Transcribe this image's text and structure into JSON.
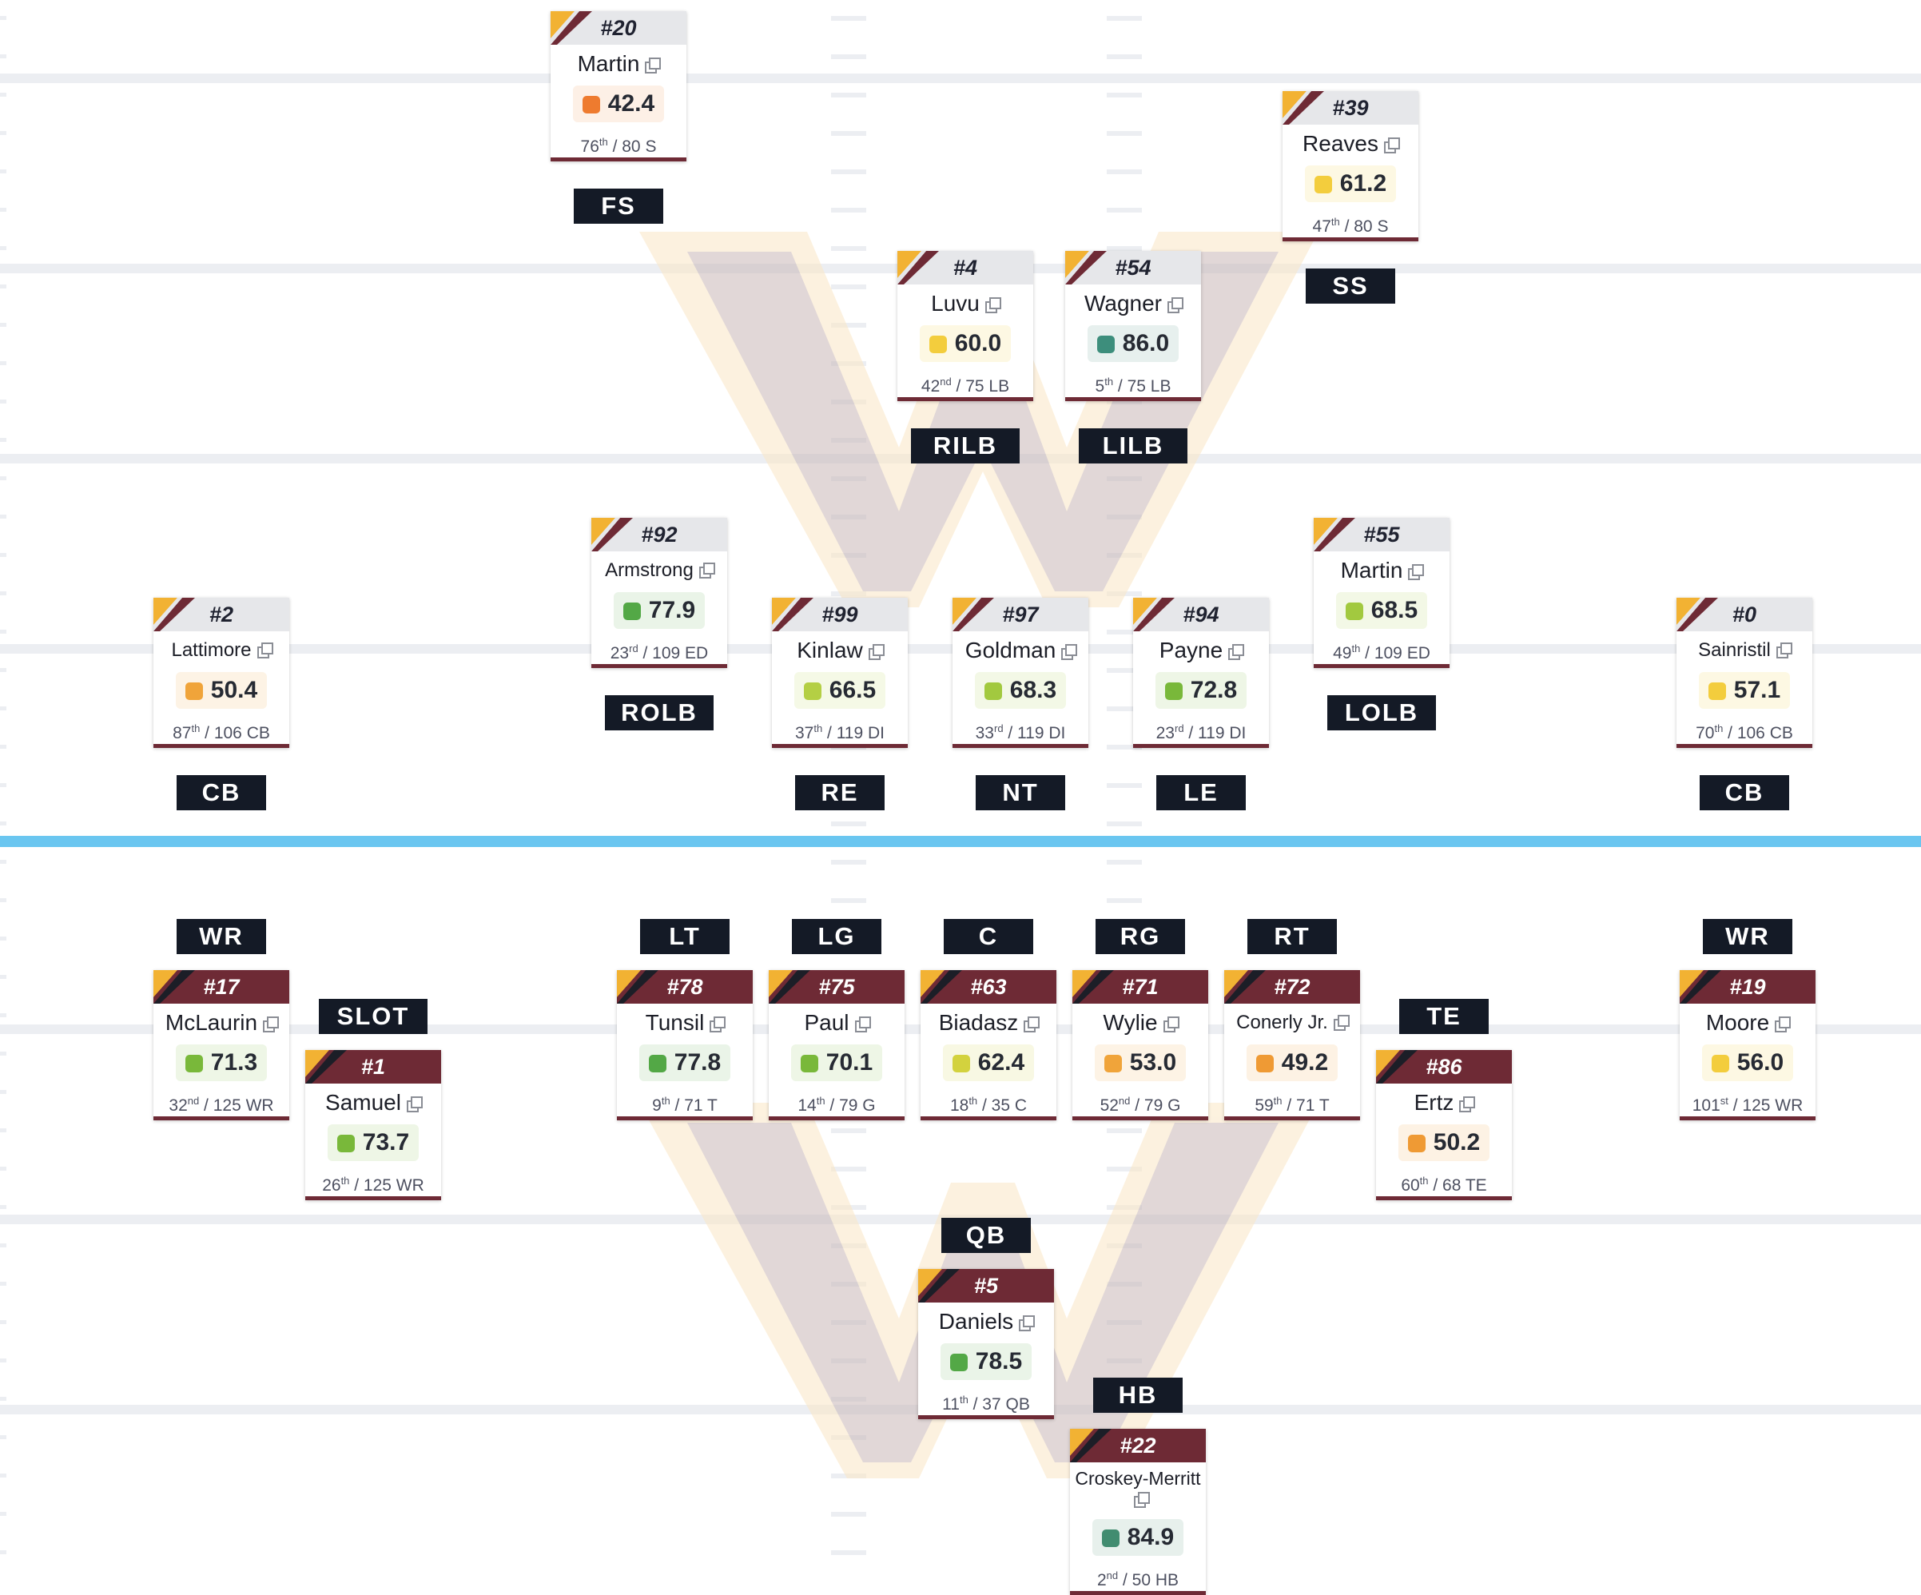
{
  "colors": {
    "brand_burgundy": "#6e2a35",
    "brand_gold": "#f2b233",
    "line_of_scrimmage": "#6ac6f0",
    "label_bg": "#141a26"
  },
  "defense": [
    {
      "number": "#20",
      "name": "Martin",
      "grade": "42.4",
      "rank": "76",
      "suffix": "th",
      "rank_total": " / 80 S",
      "position": "FS",
      "tier": "orange"
    },
    {
      "number": "#39",
      "name": "Reaves",
      "grade": "61.2",
      "rank": "47",
      "suffix": "th",
      "rank_total": " / 80 S",
      "position": "SS",
      "tier": "yellow"
    },
    {
      "number": "#4",
      "name": "Luvu",
      "grade": "60.0",
      "rank": "42",
      "suffix": "nd",
      "rank_total": " / 75 LB",
      "position": "RILB",
      "tier": "yellow"
    },
    {
      "number": "#54",
      "name": "Wagner",
      "grade": "86.0",
      "rank": "5",
      "suffix": "th",
      "rank_total": " / 75 LB",
      "position": "LILB",
      "tier": "teal"
    },
    {
      "number": "#92",
      "name": "Armstrong",
      "grade": "77.9",
      "rank": "23",
      "suffix": "rd",
      "rank_total": " / 109 ED",
      "position": "ROLB",
      "tier": "green"
    },
    {
      "number": "#55",
      "name": "Martin",
      "grade": "68.5",
      "rank": "49",
      "suffix": "th",
      "rank_total": " / 109 ED",
      "position": "LOLB",
      "tier": "lime"
    },
    {
      "number": "#2",
      "name": "Lattimore",
      "grade": "50.4",
      "rank": "87",
      "suffix": "th",
      "rank_total": " / 106 CB",
      "position": "CB",
      "tier": "amber"
    },
    {
      "number": "#99",
      "name": "Kinlaw",
      "grade": "66.5",
      "rank": "37",
      "suffix": "th",
      "rank_total": " / 119 DI",
      "position": "RE",
      "tier": "yellowgreen"
    },
    {
      "number": "#97",
      "name": "Goldman",
      "grade": "68.3",
      "rank": "33",
      "suffix": "rd",
      "rank_total": " / 119 DI",
      "position": "NT",
      "tier": "lime"
    },
    {
      "number": "#94",
      "name": "Payne",
      "grade": "72.8",
      "rank": "23",
      "suffix": "rd",
      "rank_total": " / 119 DI",
      "position": "LE",
      "tier": "green2"
    },
    {
      "number": "#0",
      "name": "Sainristil",
      "grade": "57.1",
      "rank": "70",
      "suffix": "th",
      "rank_total": " / 106 CB",
      "position": "CB",
      "tier": "yellow"
    }
  ],
  "offense": [
    {
      "number": "#17",
      "name": "McLaurin",
      "grade": "71.3",
      "rank": "32",
      "suffix": "nd",
      "rank_total": " / 125 WR",
      "position": "WR",
      "tier": "green2"
    },
    {
      "number": "#1",
      "name": "Samuel",
      "grade": "73.7",
      "rank": "26",
      "suffix": "th",
      "rank_total": " / 125 WR",
      "position": "SLOT",
      "tier": "green2"
    },
    {
      "number": "#78",
      "name": "Tunsil",
      "grade": "77.8",
      "rank": "9",
      "suffix": "th",
      "rank_total": " / 71 T",
      "position": "LT",
      "tier": "green"
    },
    {
      "number": "#75",
      "name": "Paul",
      "grade": "70.1",
      "rank": "14",
      "suffix": "th",
      "rank_total": " / 79 G",
      "position": "LG",
      "tier": "green2"
    },
    {
      "number": "#63",
      "name": "Biadasz",
      "grade": "62.4",
      "rank": "18",
      "suffix": "th",
      "rank_total": " / 35 C",
      "position": "C",
      "tier": "yellowgreen2"
    },
    {
      "number": "#71",
      "name": "Wylie",
      "grade": "53.0",
      "rank": "52",
      "suffix": "nd",
      "rank_total": " / 79 G",
      "position": "RG",
      "tier": "amber"
    },
    {
      "number": "#72",
      "name": "Conerly Jr.",
      "grade": "49.2",
      "rank": "59",
      "suffix": "th",
      "rank_total": " / 71 T",
      "position": "RT",
      "tier": "amber2"
    },
    {
      "number": "#86",
      "name": "Ertz",
      "grade": "50.2",
      "rank": "60",
      "suffix": "th",
      "rank_total": " / 68 TE",
      "position": "TE",
      "tier": "amber2"
    },
    {
      "number": "#19",
      "name": "Moore",
      "grade": "56.0",
      "rank": "101",
      "suffix": "st",
      "rank_total": " / 125 WR",
      "position": "WR",
      "tier": "yellow"
    },
    {
      "number": "#5",
      "name": "Daniels",
      "grade": "78.5",
      "rank": "11",
      "suffix": "th",
      "rank_total": " / 37 QB",
      "position": "QB",
      "tier": "green"
    },
    {
      "number": "#22",
      "name": "Croskey-Merritt",
      "grade": "84.9",
      "rank": "2",
      "suffix": "nd",
      "rank_total": " / 50 HB",
      "position": "HB",
      "tier": "teal2"
    }
  ]
}
